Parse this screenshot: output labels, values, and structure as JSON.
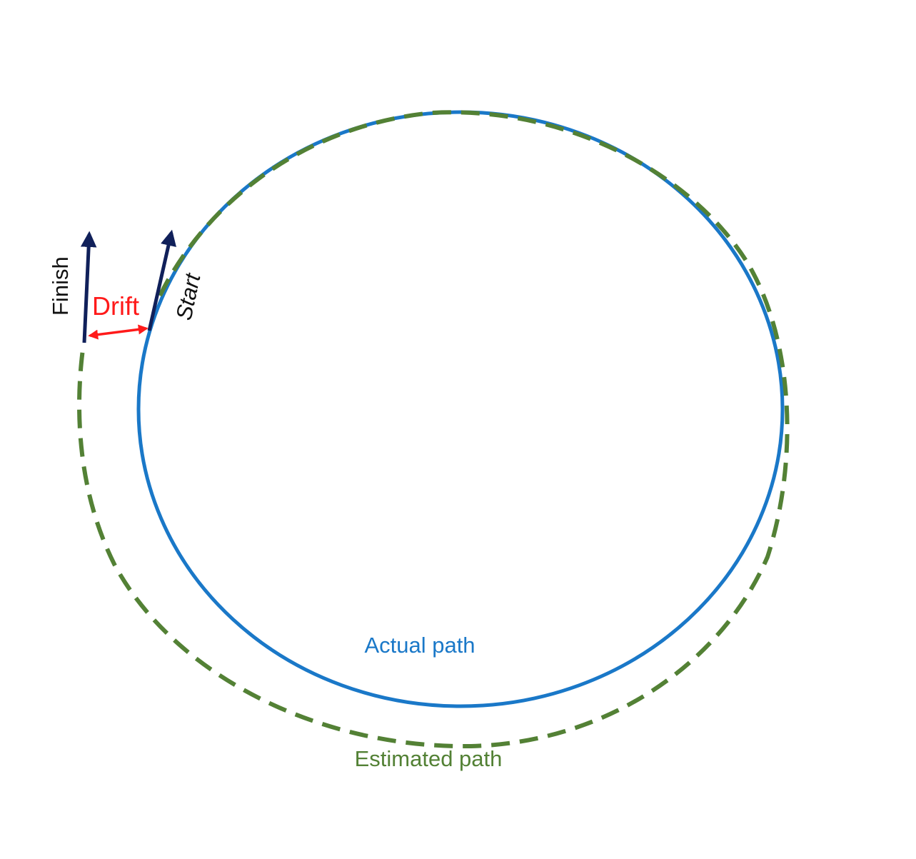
{
  "labels": {
    "finish": "Finish",
    "start": "Start",
    "drift": "Drift",
    "actual_path": "Actual path",
    "estimated_path": "Estimated path"
  },
  "colors": {
    "actual_path": "#1a78c8",
    "estimated_path": "#538135",
    "heading_arrow": "#10205a",
    "drift": "#ff1a1a",
    "text_dark": "#111111"
  },
  "icons": {
    "finish_arrow": "arrow-up-icon",
    "start_arrow": "arrow-up-icon",
    "drift_arrow": "double-headed-arrow-icon"
  }
}
